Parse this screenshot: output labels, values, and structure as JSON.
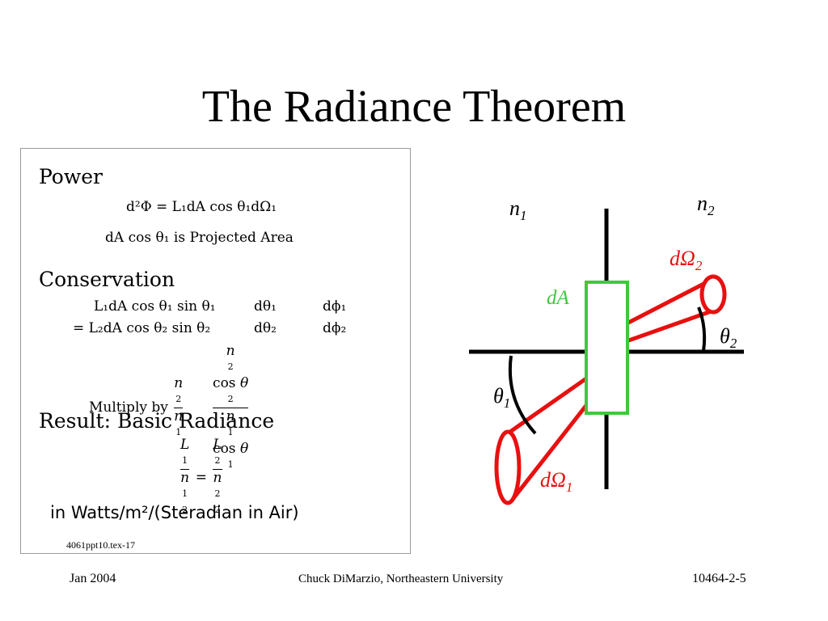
{
  "title": "The Radiance Theorem",
  "panel": {
    "power_heading": "Power",
    "power_eq": "d²Φ = L₁dA cos θ₁dΩ₁",
    "projected_area": "dA cos θ₁ is Projected Area",
    "conservation_heading": "Conservation",
    "cons_row1": [
      "L₁dA cos θ₁ sin θ₁",
      "dθ₁",
      "dϕ₁"
    ],
    "cons_row2": [
      "= L₂dA cos θ₂ sin θ₂",
      "dθ₂",
      "dϕ₂"
    ],
    "multiply_by": "Multiply by",
    "result_heading": "Result:  Basic Radiance",
    "units_text": "in Watts/m²/(Steradian in Air)",
    "ref": "4061ppt10.tex-17"
  },
  "diagram": {
    "n1": "n",
    "n1_sub": "1",
    "n2": "n",
    "n2_sub": "2",
    "dA": "dA",
    "dOmega2": "dΩ",
    "dOmega2_sub": "2",
    "dOmega1": "dΩ",
    "dOmega1_sub": "1",
    "theta1": "θ",
    "theta1_sub": "1",
    "theta2": "θ",
    "theta2_sub": "2",
    "colors": {
      "red": "#e81010",
      "green": "#3ec83e",
      "black": "#000000"
    }
  },
  "footer": {
    "left": "Jan 2004",
    "center": "Chuck DiMarzio, Northeastern University",
    "right": "10464-2-5"
  }
}
